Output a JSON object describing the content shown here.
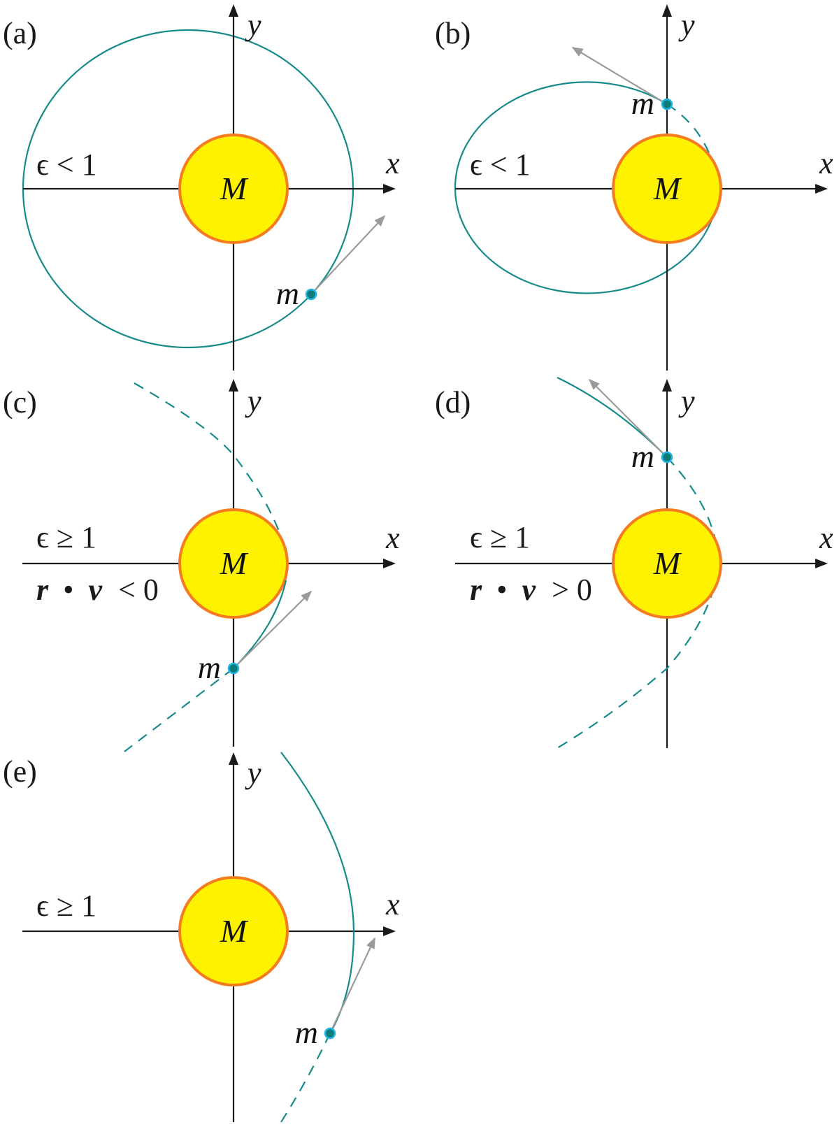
{
  "figure": {
    "description": "Orbit types of a mass m around a central mass M for different eccentricities",
    "colors": {
      "orbit": "#178a8a",
      "velocity_arrow": "#9a9a9a",
      "central_body_fill": "#fff200",
      "central_body_stroke": "#f47b20",
      "particle_fill": "#0a7d78",
      "particle_stroke": "#25b4e6",
      "axis": "#1a1a1a"
    },
    "panels": [
      {
        "id": "a",
        "label": "(a)",
        "x_label": "x",
        "y_label": "y",
        "central_label": "M",
        "particle_label": "m",
        "conditions": [
          "ϵ < 1"
        ],
        "orbit_type": "ellipse",
        "particle_position": "lower-right",
        "velocity_direction": "up-right"
      },
      {
        "id": "b",
        "label": "(b)",
        "x_label": "x",
        "y_label": "y",
        "central_label": "M",
        "particle_label": "m",
        "conditions": [
          "ϵ < 1"
        ],
        "orbit_type": "ellipse",
        "particle_position": "on positive y-axis",
        "velocity_direction": "up-left"
      },
      {
        "id": "c",
        "label": "(c)",
        "x_label": "x",
        "y_label": "y",
        "central_label": "M",
        "particle_label": "m",
        "conditions": [
          "ϵ ≥ 1"
        ],
        "condition2": {
          "r": "r",
          "dot": "•",
          "v": "v",
          "rel": "< 0"
        },
        "orbit_type": "hyperbola",
        "particle_position": "on negative y-axis",
        "velocity_direction": "up-right"
      },
      {
        "id": "d",
        "label": "(d)",
        "x_label": "x",
        "y_label": "y",
        "central_label": "M",
        "particle_label": "m",
        "conditions": [
          "ϵ ≥ 1"
        ],
        "condition2": {
          "r": "r",
          "dot": "•",
          "v": "v",
          "rel": "> 0"
        },
        "orbit_type": "hyperbola",
        "particle_position": "on positive y-axis",
        "velocity_direction": "up-left"
      },
      {
        "id": "e",
        "label": "(e)",
        "x_label": "x",
        "y_label": "y",
        "central_label": "M",
        "particle_label": "m",
        "conditions": [
          "ϵ ≥ 1"
        ],
        "orbit_type": "hyperbola",
        "particle_position": "lower-right",
        "velocity_direction": "up-right"
      }
    ]
  }
}
